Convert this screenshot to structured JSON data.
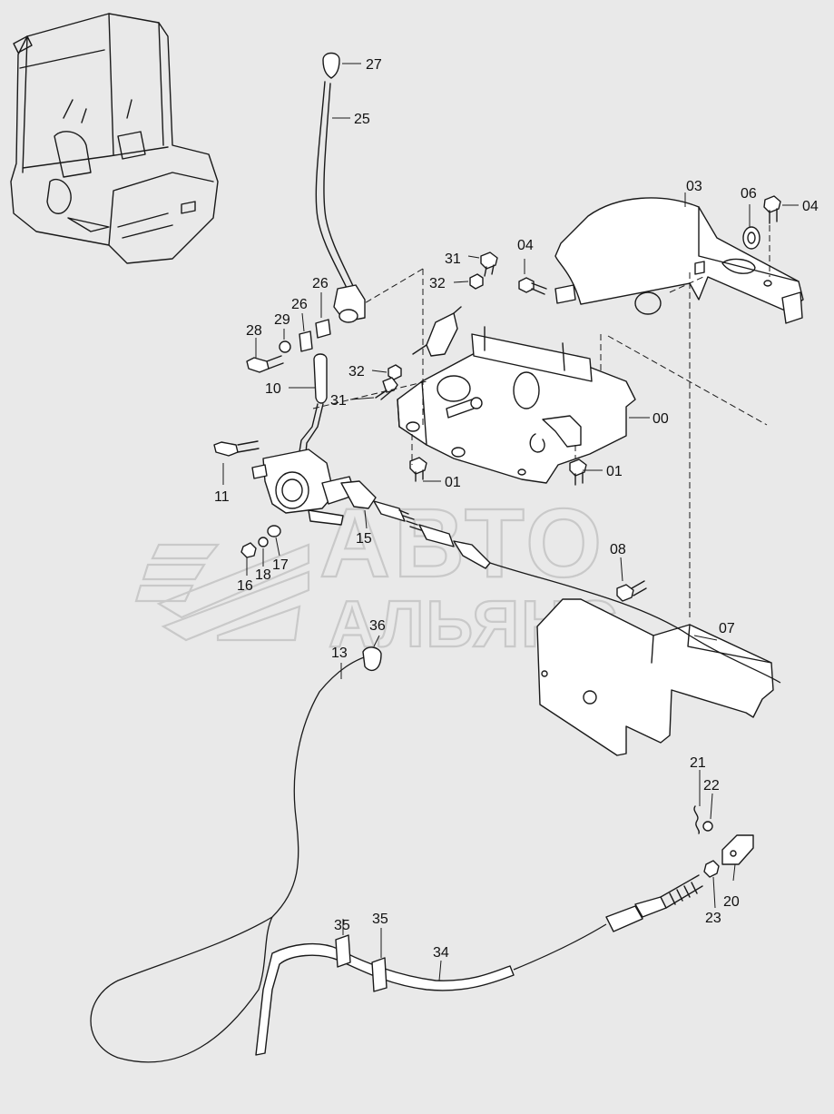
{
  "watermark": {
    "line1": "АВТО",
    "line2": "АЛЬЯНС",
    "color": "#c9c9c9"
  },
  "colors": {
    "background": "#e9e9e9",
    "line": "#1a1a1a"
  },
  "callouts": {
    "c27": "27",
    "c25": "25",
    "c03": "03",
    "c06": "06",
    "c04a": "04",
    "c04b": "04",
    "c31a": "31",
    "c32a": "32",
    "c26a": "26",
    "c26b": "26",
    "c28": "28",
    "c29": "29",
    "c32b": "32",
    "c10": "10",
    "c31b": "31",
    "c00": "00",
    "c11": "11",
    "c01a": "01",
    "c01b": "01",
    "c15": "15",
    "c08": "08",
    "c16": "16",
    "c18": "18",
    "c17": "17",
    "c36": "36",
    "c13": "13",
    "c07": "07",
    "c21": "21",
    "c22": "22",
    "c20": "20",
    "c23": "23",
    "c35a": "35",
    "c35b": "35",
    "c34": "34"
  }
}
